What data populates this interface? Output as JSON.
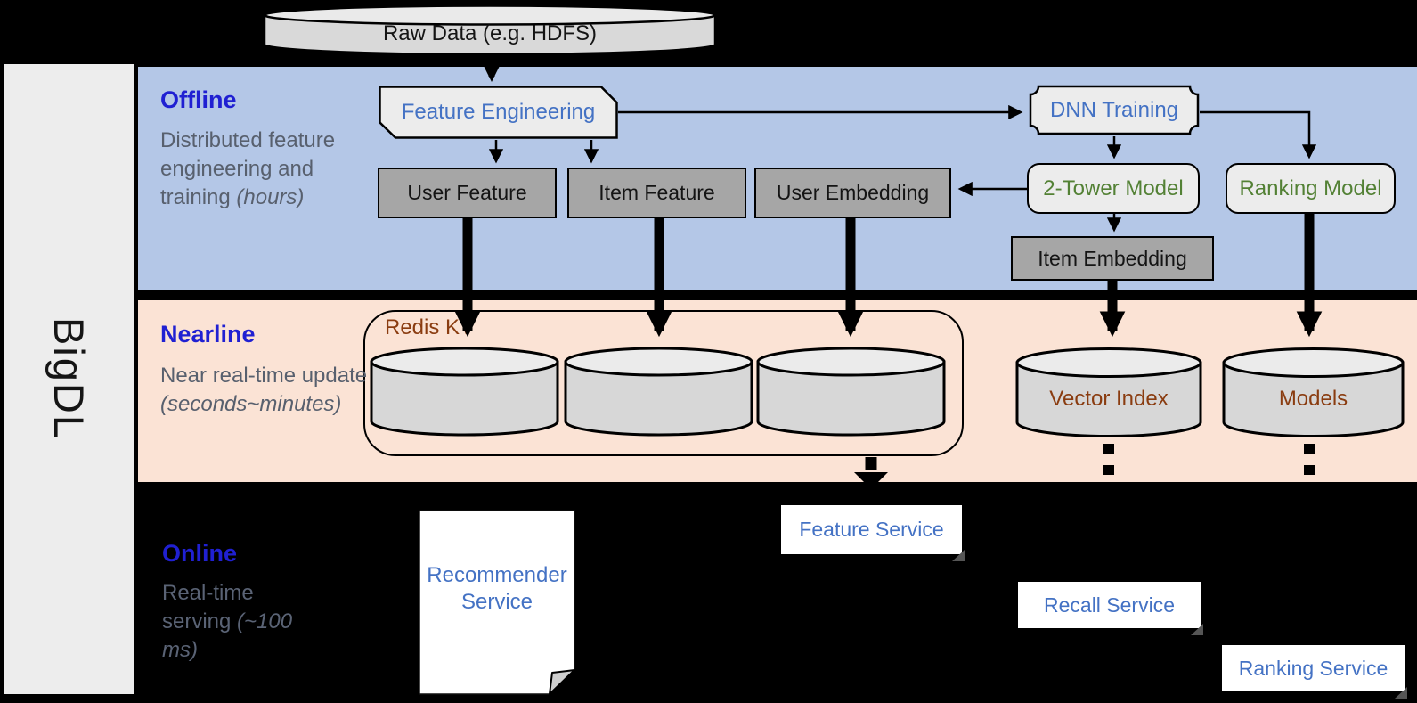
{
  "sidebar": {
    "brand": "BigDL"
  },
  "source": {
    "label": "Raw Data (e.g. HDFS)"
  },
  "sections": {
    "offline": {
      "title": "Offline",
      "desc": "Distributed feature engineering and training ",
      "desc_italic": "(hours)"
    },
    "nearline": {
      "title": "Nearline",
      "desc": "Near real-time update ",
      "desc_italic": "(seconds~minutes)"
    },
    "online": {
      "title": "Online",
      "desc": "Real-time serving ",
      "desc_italic": "(~100 ms)"
    }
  },
  "offline_nodes": {
    "feature_engineering": "Feature Engineering",
    "dnn_training": "DNN Training",
    "user_feature": "User Feature",
    "item_feature": "Item Feature",
    "user_embedding": "User Embedding",
    "two_tower_model": "2-Tower Model",
    "ranking_model": "Ranking Model",
    "item_embedding": "Item Embedding"
  },
  "nearline_nodes": {
    "redis_kv": "Redis KV",
    "vector_index": "Vector Index",
    "models": "Models"
  },
  "online_nodes": {
    "recommender_service": "Recommender Service",
    "feature_service": "Feature Service",
    "recall_service": "Recall Service",
    "ranking_service": "Ranking Service"
  },
  "colors": {
    "offline_band": "#b4c7e7",
    "nearline_band": "#fbe3d5",
    "online_background": "#000000",
    "band_title_blue": "#2020d2",
    "band_desc_gray": "#58606e",
    "node_text_blue": "#4472c4",
    "node_text_green": "#538135",
    "node_text_brown": "#8a3c10",
    "dark_box_fill": "#a6a6a6",
    "light_shape_fill": "#ececec",
    "cylinder_fill": "#d9d9d9",
    "sidebar_fill": "#ededed"
  }
}
